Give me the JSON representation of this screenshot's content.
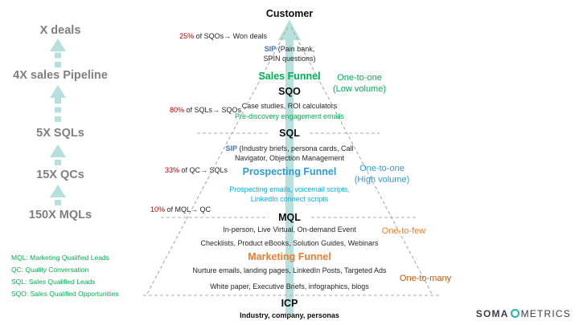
{
  "top_label": "Customer",
  "left_metrics": [
    "X deals",
    "4X sales Pipeline",
    "5X SQLs",
    "15X QCs",
    "150X MQLs"
  ],
  "conversions": [
    {
      "pct": "25%",
      "rest": " of SQOs→ Won deals"
    },
    {
      "pct": "80%",
      "rest": " of SQLs→ SQOs"
    },
    {
      "pct": "33%",
      "rest": " of QC→ SQLs"
    },
    {
      "pct": "10%",
      "rest": " of MQL→ QC"
    }
  ],
  "sales": {
    "sip_bold": "SIP",
    "sip_rest": " (Pain bank,",
    "sip_line2": "SPIN questions)",
    "title": "Sales Funnel",
    "stage": "SQO",
    "content": "Case studies, ROI calculators",
    "content_green": "Pre-discovery engagement emails"
  },
  "sql_label": "SQL",
  "prospecting": {
    "sip_bold": "SIP",
    "sip_rest": " (Industry briefs, persona cards, Call",
    "sip_line2": "Navigator, Objection Management",
    "title": "Prospecting Funnel",
    "content1": "Prospecting emails, voicemail scripts,",
    "content2": "LinkedIn connect scripts"
  },
  "mql_label": "MQL",
  "marketing": {
    "content1": "In-person, Live Virtual, On-demand Event",
    "content2": "Checklists, Product eBooks, Solution Guides, Webinars",
    "title": "Marketing Funnel",
    "content3": "Nurture emails, landing pages, LinkedIn Posts, Targeted Ads",
    "content4": "White paper, Executive Briefs, infographics, blogs"
  },
  "icp": {
    "label": "ICP",
    "subtitle": "Industry, company, personas"
  },
  "right_labels": [
    {
      "line1": "One-to-one",
      "line2": "(Low volume)"
    },
    {
      "line1": "One-to-one",
      "line2": "(High volume)"
    },
    {
      "line1": "One-to-few",
      "line2": ""
    },
    {
      "line1": "One-to-many",
      "line2": ""
    }
  ],
  "legend": [
    "MQL: Marketing Qualified Leads",
    "QC: Quality Conversation",
    "SQL: Sales Qualified Leads",
    "SQO: Sales Qualified Opportunities"
  ],
  "logo": {
    "word1": "SOMA",
    "word2": "METRICS"
  },
  "colors": {
    "green": "#00B050",
    "blue": "#00B0F0",
    "mid_blue": "#2E9BD5",
    "dark_blue": "#4472C4",
    "orange": "#ED7D31",
    "dark_orange": "#C55A11",
    "red": "#C00000",
    "gray": "#7F7F7F",
    "teal_arrow": "#B5E0DB",
    "brand_teal": "#29B3A6"
  }
}
